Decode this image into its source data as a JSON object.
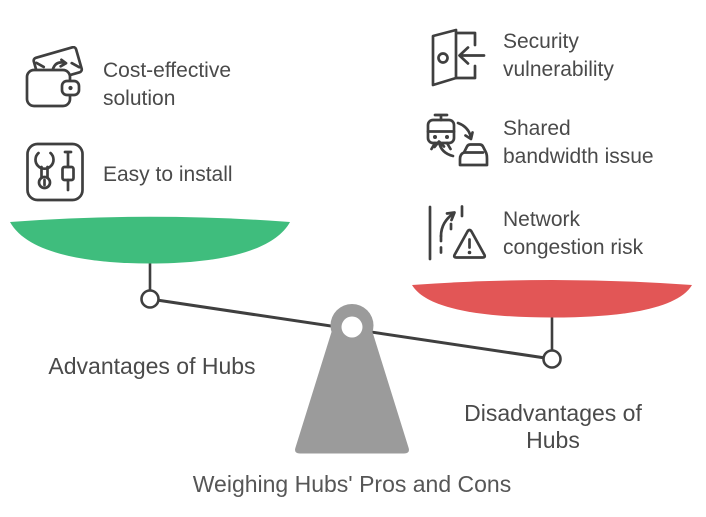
{
  "title": "Weighing Hubs' Pros and Cons",
  "colors": {
    "advantage_pan": "#3fbd7d",
    "disadvantage_pan": "#e25656",
    "fulcrum_gray": "#9b9b9b",
    "line": "#3f3f3f",
    "icon_stroke": "#3f3f3f",
    "label_text": "#4a4a4a",
    "title_text": "#565656"
  },
  "advantages": {
    "label": "Advantages of Hubs",
    "items": [
      {
        "icon": "wallet-money-icon",
        "lines": [
          "Cost-effective",
          "solution"
        ]
      },
      {
        "icon": "tools-icon",
        "lines": [
          "Easy to install"
        ]
      }
    ]
  },
  "disadvantages": {
    "label_lines": [
      "Disadvantages of",
      "Hubs"
    ],
    "items": [
      {
        "icon": "door-entry-icon",
        "lines": [
          "Security",
          "vulnerability"
        ]
      },
      {
        "icon": "vehicles-swap-icon",
        "lines": [
          "Shared",
          "bandwidth issue"
        ]
      },
      {
        "icon": "road-warning-icon",
        "lines": [
          "Network",
          "congestion risk"
        ]
      }
    ]
  }
}
